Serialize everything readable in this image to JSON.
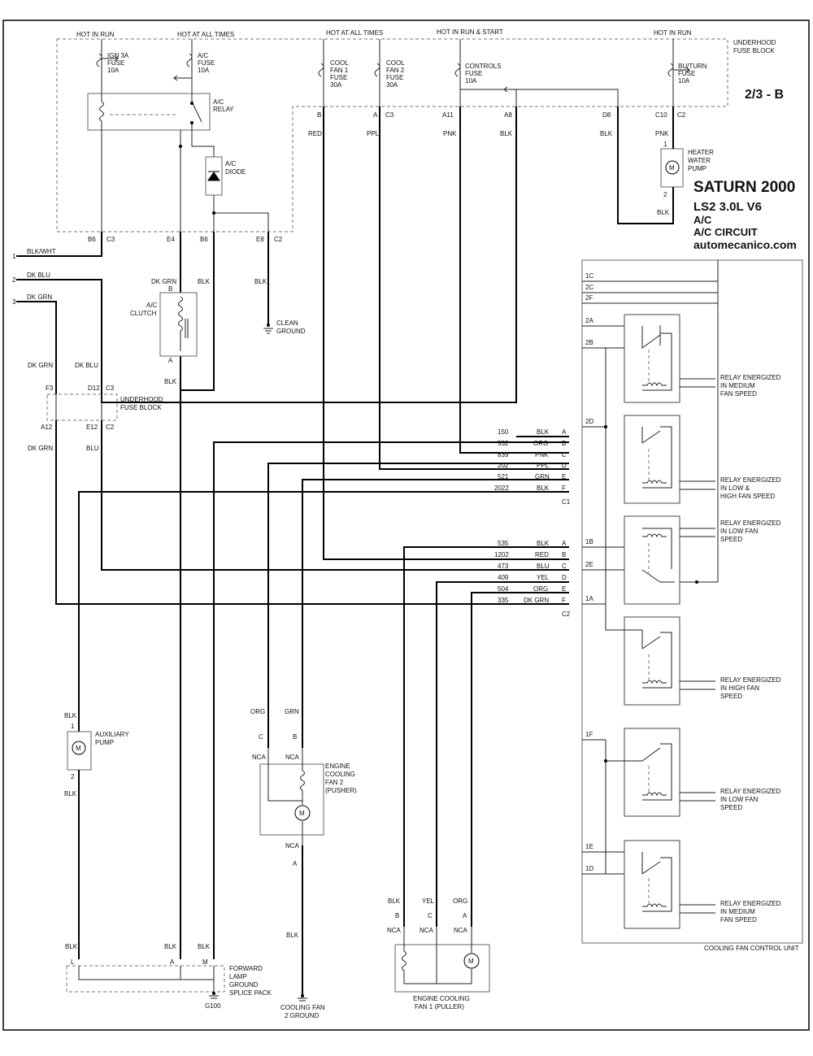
{
  "title": {
    "page_ref": "2/3 - B",
    "make_year": "SATURN 2000",
    "engine": "LS2   3.0L  V6",
    "system": "A/C",
    "circuit": "A/C CIRCUIT",
    "site": "automecanico.com"
  },
  "power_labels": {
    "hot_in_run_left": "HOT IN RUN",
    "hot_at_all_times_left": "HOT AT ALL TIMES",
    "hot_at_all_times_mid": "HOT AT ALL TIMES",
    "hot_in_run_start": "HOT IN RUN & START",
    "hot_in_run_right": "HOT IN RUN"
  },
  "fuse_block_label": [
    "UNDERHOOD",
    "FUSE BLOCK"
  ],
  "fuses": {
    "ign3a": [
      "IGN 3A",
      "FUSE",
      "10A"
    ],
    "ac": [
      "A/C",
      "FUSE",
      "10A"
    ],
    "cool_fan1": [
      "COOL",
      "FAN 1",
      "FUSE",
      "30A"
    ],
    "cool_fan2": [
      "COOL",
      "FAN 2",
      "FUSE",
      "30A"
    ],
    "controls": [
      "CONTROLS",
      "FUSE",
      "10A"
    ],
    "bu_turn": [
      "BU/TURN",
      "FUSE",
      "10A"
    ]
  },
  "components": {
    "ac_relay": [
      "A/C",
      "RELAY"
    ],
    "ac_diode": [
      "A/C",
      "DIODE"
    ],
    "ac_clutch": [
      "A/C",
      "CLUTCH"
    ],
    "clean_ground": [
      "CLEAN",
      "GROUND"
    ],
    "heater_pump": [
      "HEATER",
      "WATER",
      "PUMP"
    ],
    "aux_pump": [
      "AUXILIARY",
      "PUMP"
    ],
    "fan2": [
      "ENGINE",
      "COOLING",
      "FAN 2",
      "(PUSHER)"
    ],
    "fan1": [
      "ENGINE COOLING",
      "FAN 1 (PULLER)"
    ],
    "fan2_ground": [
      "COOLING FAN",
      "2 GROUND"
    ],
    "fwd_lamp": [
      "FORWARD",
      "LAMP",
      "GROUND",
      "SPLICE PACK"
    ],
    "g100": "G100",
    "fused_block_mid": [
      "UNDERHOOD",
      "FUSE BLOCK"
    ],
    "cfcu": "COOLING FAN CONTROL UNIT",
    "motor_symbol": "M"
  },
  "left_connector": [
    {
      "num": "1",
      "color": "BLK/WHT"
    },
    {
      "num": "2",
      "color": "DK BLU"
    },
    {
      "num": "3",
      "color": "DK GRN"
    }
  ],
  "top_connectors": {
    "b6_c3": "B6",
    "c3": "C3",
    "e4": "E4",
    "b6": "B6",
    "e8": "E8",
    "c2": "C2",
    "b": "B",
    "a": "A",
    "a11": "A11",
    "a8": "A8",
    "d8": "D8",
    "c10": "C10"
  },
  "wire_colors": {
    "red": "RED",
    "ppl": "PPL",
    "pnk": "PNK",
    "blk": "BLK",
    "blk2": "BLK",
    "pnk2": "PNK",
    "blk3": "BLK",
    "dkgrn": "DK GRN",
    "blk4": "BLK",
    "blk5": "BLK",
    "blk6": "BLK",
    "dkgrn2": "DK GRN",
    "dkblu": "DK BLU",
    "dkgrn3": "DK GRN",
    "blu": "BLU",
    "org": "ORG",
    "grn": "GRN",
    "blk_aux1": "BLK",
    "blk_aux2": "BLK",
    "blk_fan2": "BLK",
    "blk_b": "BLK",
    "yel_c": "YEL",
    "org_a": "ORG",
    "blk_l": "BLK",
    "blk_a": "BLK",
    "blk_m": "BLK"
  },
  "pins": {
    "clutch_b": "B",
    "clutch_a": "A",
    "f3": "F3",
    "d12": "D12",
    "c3b": "C3",
    "a12": "A12",
    "e12": "E12",
    "c2b": "C2",
    "hp1": "1",
    "hp2": "2",
    "ap1": "1",
    "ap2": "2",
    "f2c": "C",
    "f2b": "B",
    "nca": "NCA",
    "f2a": "A",
    "f1b": "B",
    "f1c": "C",
    "f1a": "A",
    "spl_l": "L",
    "spl_a": "A",
    "spl_m": "M"
  },
  "c1_rows": [
    {
      "circuit": "150",
      "color": "BLK",
      "pin": "A"
    },
    {
      "circuit": "532",
      "color": "ORG",
      "pin": "B"
    },
    {
      "circuit": "839",
      "color": "PNK",
      "pin": "C"
    },
    {
      "circuit": "202",
      "color": "PPL",
      "pin": "D"
    },
    {
      "circuit": "521",
      "color": "GRN",
      "pin": "E"
    },
    {
      "circuit": "2022",
      "color": "BLK",
      "pin": "F"
    }
  ],
  "c1_label": "C1",
  "c2_rows": [
    {
      "circuit": "535",
      "color": "BLK",
      "pin": "A"
    },
    {
      "circuit": "1202",
      "color": "RED",
      "pin": "B"
    },
    {
      "circuit": "473",
      "color": "BLU",
      "pin": "C"
    },
    {
      "circuit": "409",
      "color": "YEL",
      "pin": "D"
    },
    {
      "circuit": "504",
      "color": "ORG",
      "pin": "E"
    },
    {
      "circuit": "335",
      "color": "DK GRN",
      "pin": "F"
    }
  ],
  "c2_label": "C2",
  "cfcu_pins": [
    "1C",
    "2C",
    "2F",
    "2A",
    "2B",
    "2D",
    "1B",
    "2E",
    "1A",
    "1F",
    "1E",
    "1D"
  ],
  "relays": [
    [
      "RELAY ENERGIZED",
      "IN MEDIUM",
      "FAN SPEED"
    ],
    [
      "RELAY ENERGIZED",
      "IN LOW &",
      "HIGH FAN SPEED"
    ],
    [
      "RELAY ENERGIZED",
      "IN LOW FAN",
      "SPEED"
    ],
    [
      "RELAY ENERGIZED",
      "IN HIGH FAN",
      "SPEED"
    ],
    [
      "RELAY ENERGIZED",
      "IN LOW FAN",
      "SPEED"
    ],
    [
      "RELAY ENERGIZED",
      "IN MEDIUM",
      "FAN SPEED"
    ]
  ]
}
